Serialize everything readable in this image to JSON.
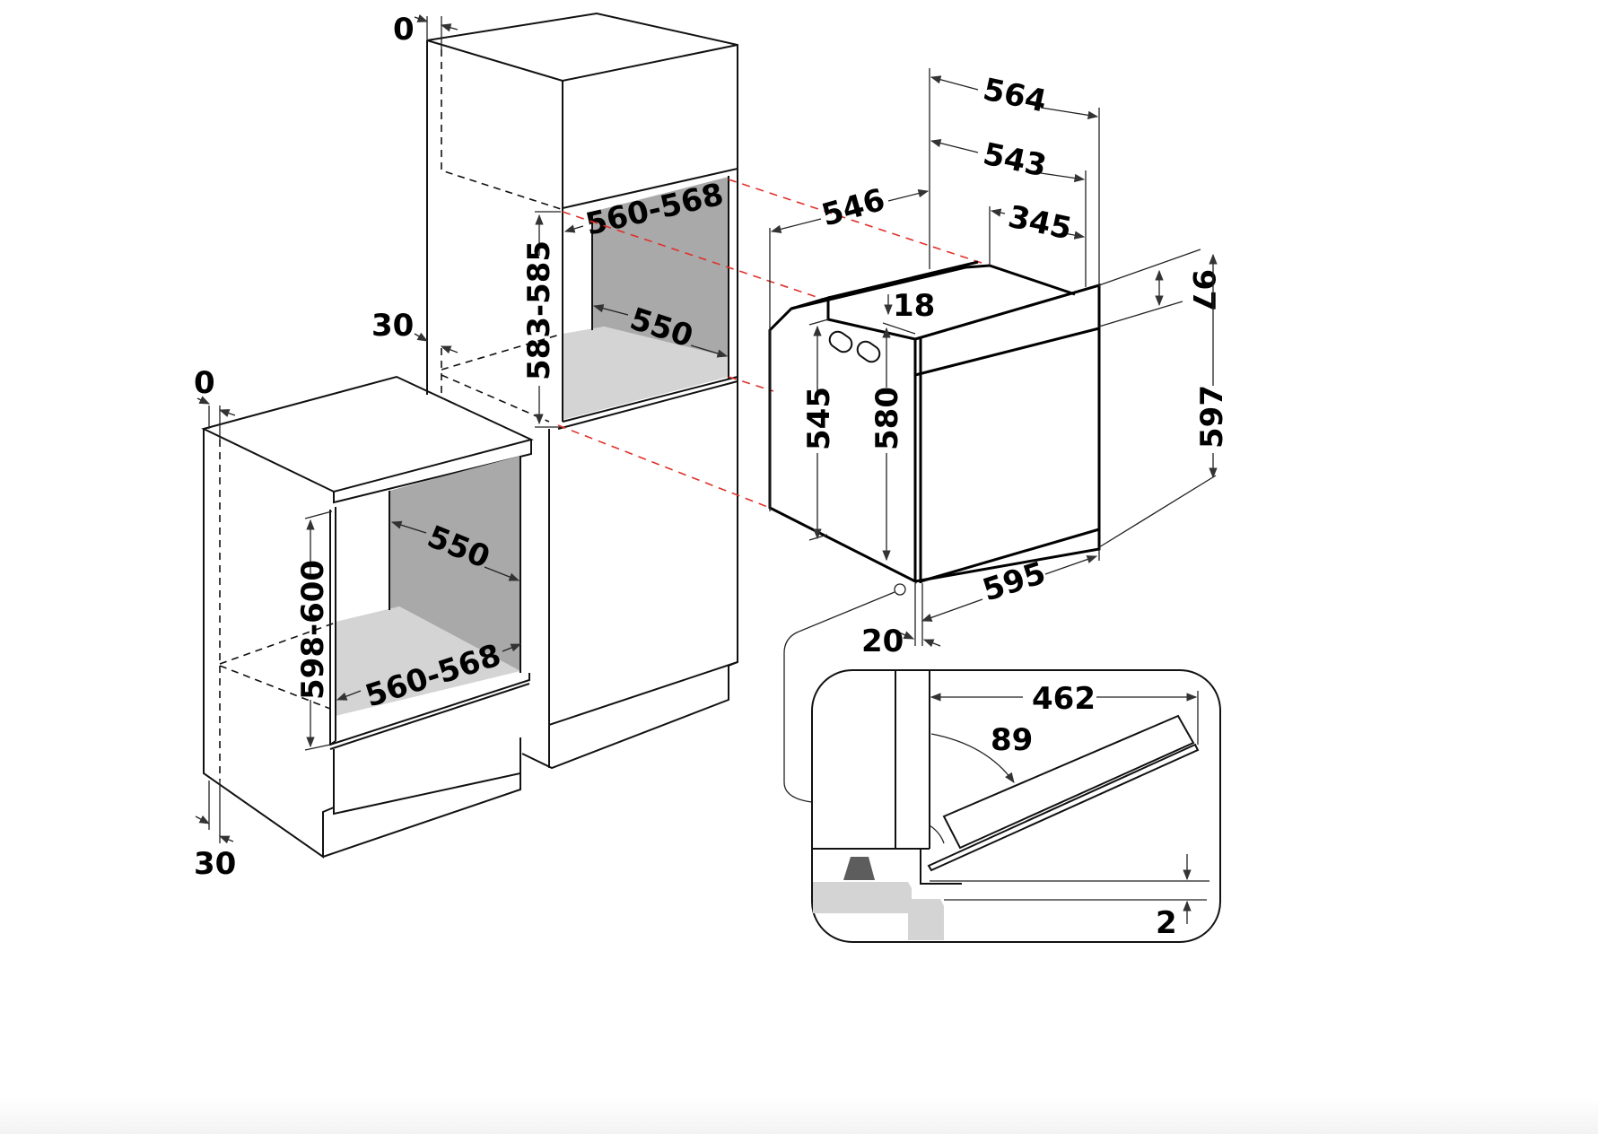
{
  "diagram": {
    "title": "Built-in oven installation dimensions",
    "units": "mm",
    "colors": {
      "line": "#111111",
      "guide": "#e0302a",
      "back_panel": "#a9a9a9",
      "floor_panel": "#d4d4d4"
    },
    "tall_cabinet": {
      "top_clearance": "0",
      "side_clearance": "30",
      "niche_width": "560-568",
      "niche_height": "583-585",
      "niche_depth": "550"
    },
    "base_cabinet": {
      "top_clearance": "0",
      "bottom_clearance": "30",
      "niche_depth": "550",
      "niche_height": "598-600",
      "niche_width": "560-568"
    },
    "oven": {
      "overall_depth": "564",
      "body_depth": "543",
      "side_depth": "546",
      "top_recess": "345",
      "top_step": "18",
      "control_panel_height": "97",
      "overall_height": "597",
      "body_height_rear": "545",
      "body_height_front": "580",
      "width": "595",
      "front_panel_thickness": "20"
    },
    "detail": {
      "door_open_reach": "462",
      "door_angle": "89",
      "floor_gap": "2"
    }
  }
}
